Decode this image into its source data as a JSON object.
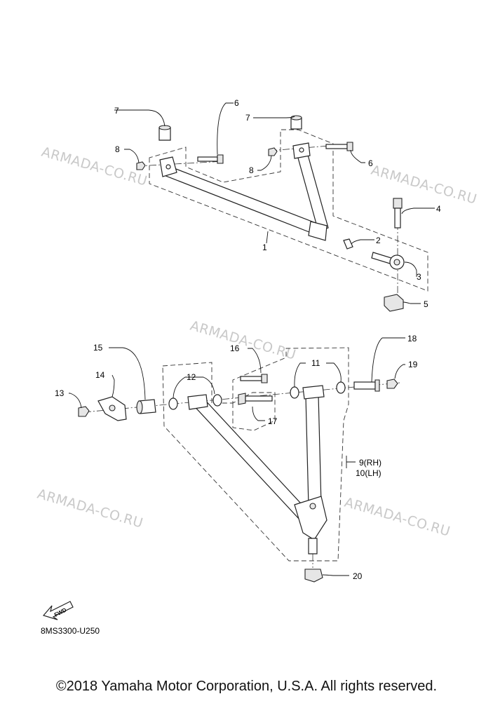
{
  "watermarks": [
    "ARMADA-CO.RU",
    "ARMADA-CO.RU",
    "ARMADA-CO.RU",
    "ARMADA-CO.RU",
    "ARMADA-CO.RU"
  ],
  "callouts": {
    "c1": "1",
    "c2": "2",
    "c3": "3",
    "c4": "4",
    "c5": "5",
    "c6a": "6",
    "c6b": "6",
    "c7a": "7",
    "c7b": "7",
    "c8a": "8",
    "c8b": "8",
    "c9": "9(RH)",
    "c10": "10(LH)",
    "c11": "11",
    "c12": "12",
    "c13": "13",
    "c14": "14",
    "c15": "15",
    "c16": "16",
    "c17": "17",
    "c18": "18",
    "c19": "19",
    "c20": "20"
  },
  "fwd_label": "FWD",
  "diagram_code": "8MS3300-U250",
  "copyright": "©2018 Yamaha Motor Corporation, U.S.A. All rights reserved."
}
